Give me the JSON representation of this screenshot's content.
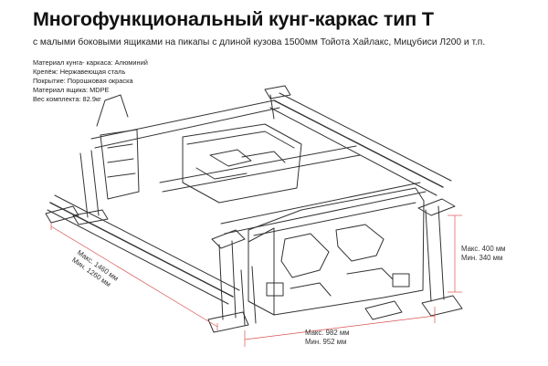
{
  "header": {
    "title": "Многофункциональный кунг-каркас тип Т",
    "subtitle": "с малыми боковыми ящиками на пикапы с длиной кузова 1500мм Тойота Хайлакс, Мицубиси Л200 и т.п."
  },
  "specs": [
    "Материал кунга- каркаса: Алюминий",
    "Крепёж: Нержавеющая сталь",
    "Покрытие: Порошковая окраска",
    "Материал ящика: MDPE",
    "Вес комплекта: 82.9кг"
  ],
  "dimensions": {
    "length_max": "Макс. 1460 мм",
    "length_min": "Мин. 1260 мм",
    "width_max": "Макс. 982 мм",
    "width_min": "Мин. 952 мм",
    "height_max": "Макс. 400 мм",
    "height_min": "Мин. 340 мм"
  },
  "colors": {
    "dimension_line": "#d9534f",
    "drawing_stroke": "#333333"
  }
}
